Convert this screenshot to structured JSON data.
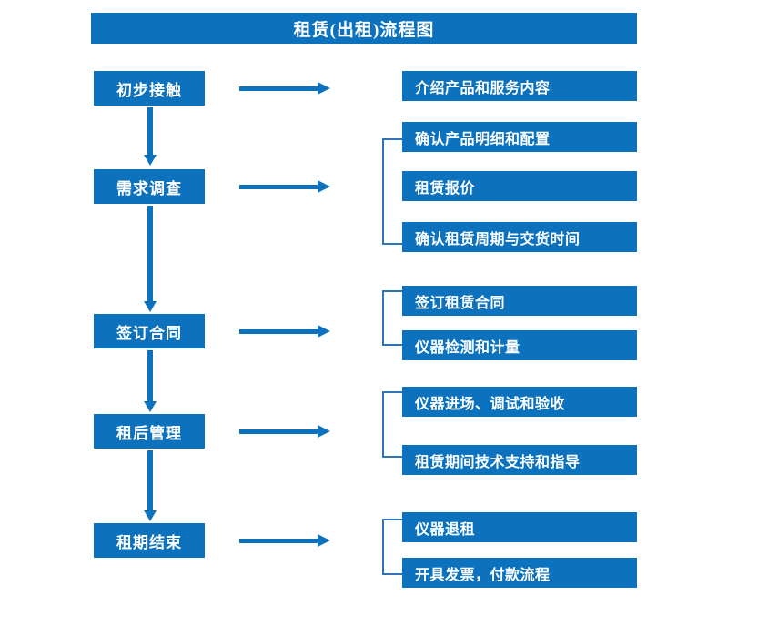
{
  "title": "租赁(出租)流程图",
  "colors": {
    "primary": "#0C72BE",
    "bracket": "#2E75B6",
    "text_on_primary": "#FFFFFF",
    "background": "#FFFFFF"
  },
  "stages": [
    {
      "label": "初步接触"
    },
    {
      "label": "需求调查"
    },
    {
      "label": "签订合同"
    },
    {
      "label": "租后管理"
    },
    {
      "label": "租期结束"
    }
  ],
  "details": [
    {
      "label": "介绍产品和服务内容"
    },
    {
      "label": "确认产品明细和配置"
    },
    {
      "label": "租赁报价"
    },
    {
      "label": "确认租赁周期与交货时间"
    },
    {
      "label": "签订租赁合同"
    },
    {
      "label": "仪器检测和计量"
    },
    {
      "label": "仪器进场、调试和验收"
    },
    {
      "label": "租赁期间技术支持和指导"
    },
    {
      "label": "仪器退租"
    },
    {
      "label": "开具发票，付款流程"
    }
  ],
  "chart_data": {
    "type": "diagram",
    "diagram_kind": "flowchart",
    "title": "租赁(出租)流程图",
    "orientation": "vertical-with-side-branches",
    "nodes": [
      {
        "id": "stage-1",
        "label": "初步接触",
        "column": "left"
      },
      {
        "id": "stage-2",
        "label": "需求调查",
        "column": "left"
      },
      {
        "id": "stage-3",
        "label": "签订合同",
        "column": "left"
      },
      {
        "id": "stage-4",
        "label": "租后管理",
        "column": "left"
      },
      {
        "id": "stage-5",
        "label": "租期结束",
        "column": "left"
      },
      {
        "id": "detail-1",
        "label": "介绍产品和服务内容",
        "column": "right"
      },
      {
        "id": "detail-2",
        "label": "确认产品明细和配置",
        "column": "right"
      },
      {
        "id": "detail-3",
        "label": "租赁报价",
        "column": "right"
      },
      {
        "id": "detail-4",
        "label": "确认租赁周期与交货时间",
        "column": "right"
      },
      {
        "id": "detail-5",
        "label": "签订租赁合同",
        "column": "right"
      },
      {
        "id": "detail-6",
        "label": "仪器检测和计量",
        "column": "right"
      },
      {
        "id": "detail-7",
        "label": "仪器进场、调试和验收",
        "column": "right"
      },
      {
        "id": "detail-8",
        "label": "租赁期间技术支持和指导",
        "column": "right"
      },
      {
        "id": "detail-9",
        "label": "仪器退租",
        "column": "right"
      },
      {
        "id": "detail-10",
        "label": "开具发票，付款流程",
        "column": "right"
      }
    ],
    "edges": [
      {
        "from": "stage-1",
        "to": "stage-2",
        "kind": "arrow-down"
      },
      {
        "from": "stage-2",
        "to": "stage-3",
        "kind": "arrow-down"
      },
      {
        "from": "stage-3",
        "to": "stage-4",
        "kind": "arrow-down"
      },
      {
        "from": "stage-4",
        "to": "stage-5",
        "kind": "arrow-down"
      },
      {
        "from": "stage-1",
        "to": "detail-1",
        "kind": "arrow-right"
      },
      {
        "from": "stage-2",
        "to": "detail-2",
        "kind": "arrow-right-bracket"
      },
      {
        "from": "stage-2",
        "to": "detail-3",
        "kind": "arrow-right-bracket"
      },
      {
        "from": "stage-2",
        "to": "detail-4",
        "kind": "arrow-right-bracket"
      },
      {
        "from": "stage-3",
        "to": "detail-5",
        "kind": "arrow-right-bracket"
      },
      {
        "from": "stage-3",
        "to": "detail-6",
        "kind": "arrow-right-bracket"
      },
      {
        "from": "stage-4",
        "to": "detail-7",
        "kind": "arrow-right-bracket"
      },
      {
        "from": "stage-4",
        "to": "detail-8",
        "kind": "arrow-right-bracket"
      },
      {
        "from": "stage-5",
        "to": "detail-9",
        "kind": "arrow-right-bracket"
      },
      {
        "from": "stage-5",
        "to": "detail-10",
        "kind": "arrow-right-bracket"
      }
    ]
  }
}
